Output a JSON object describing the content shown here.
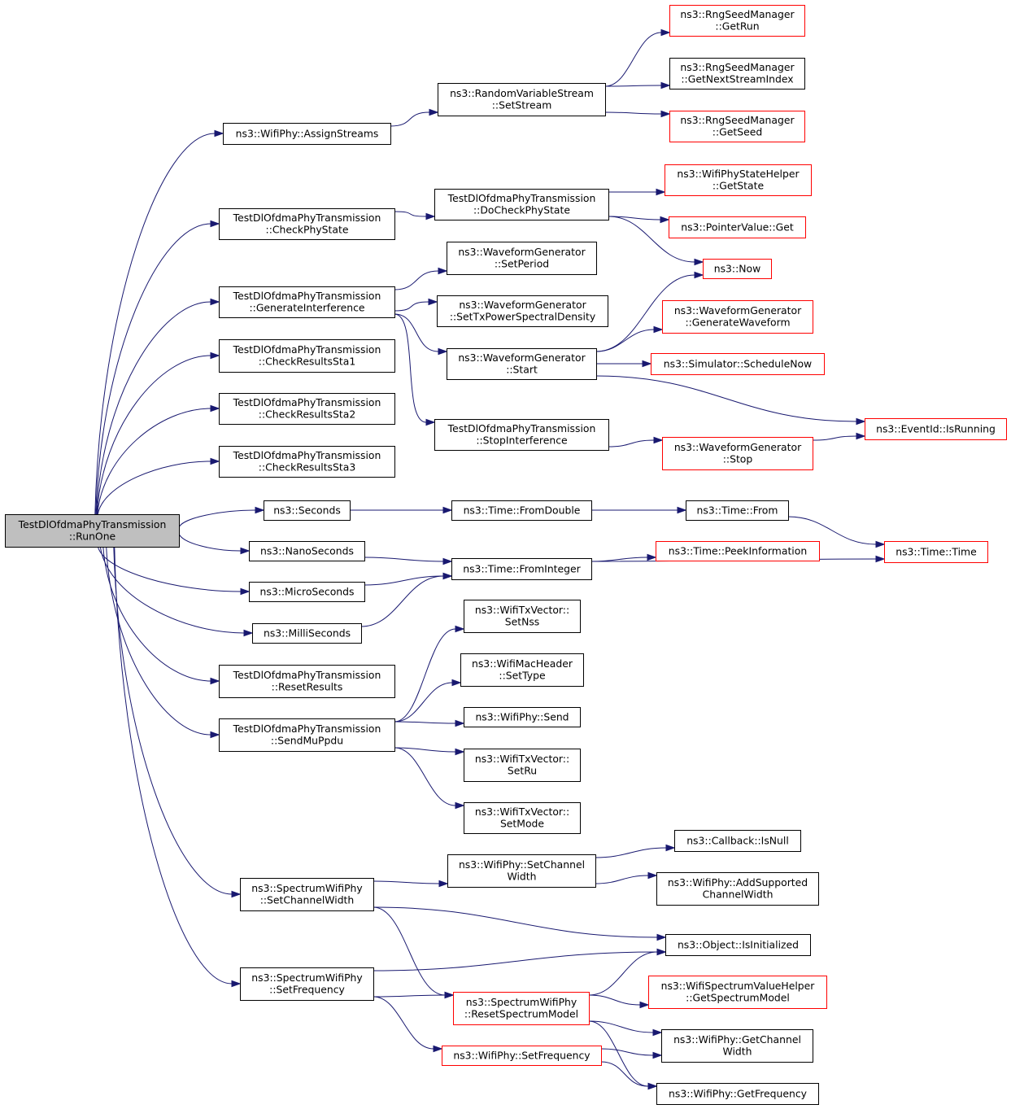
{
  "colors": {
    "edge": "#191970",
    "border_default": "#000000",
    "border_truncated": "#ff0000",
    "fill_default": "#ffffff",
    "fill_root": "#bfbfbf"
  },
  "nodes": [
    {
      "id": "root",
      "lines": [
        "TestDlOfdmaPhyTransmission",
        "::RunOne"
      ],
      "style": "root"
    },
    {
      "id": "assignStreams",
      "lines": [
        "ns3::WifiPhy::AssignStreams"
      ],
      "style": "normal"
    },
    {
      "id": "setStream",
      "lines": [
        "ns3::RandomVariableStream",
        "::SetStream"
      ],
      "style": "normal"
    },
    {
      "id": "getRun",
      "lines": [
        "ns3::RngSeedManager",
        "::GetRun"
      ],
      "style": "truncated"
    },
    {
      "id": "getNextStreamIndex",
      "lines": [
        "ns3::RngSeedManager",
        "::GetNextStreamIndex"
      ],
      "style": "normal"
    },
    {
      "id": "getSeed",
      "lines": [
        "ns3::RngSeedManager",
        "::GetSeed"
      ],
      "style": "truncated"
    },
    {
      "id": "checkPhyState",
      "lines": [
        "TestDlOfdmaPhyTransmission",
        "::CheckPhyState"
      ],
      "style": "normal"
    },
    {
      "id": "doCheckPhyState",
      "lines": [
        "TestDlOfdmaPhyTransmission",
        "::DoCheckPhyState"
      ],
      "style": "normal"
    },
    {
      "id": "getState",
      "lines": [
        "ns3::WifiPhyStateHelper",
        "::GetState"
      ],
      "style": "truncated"
    },
    {
      "id": "pointerGet",
      "lines": [
        "ns3::PointerValue::Get"
      ],
      "style": "truncated"
    },
    {
      "id": "now",
      "lines": [
        "ns3::Now"
      ],
      "style": "truncated"
    },
    {
      "id": "generateInterference",
      "lines": [
        "TestDlOfdmaPhyTransmission",
        "::GenerateInterference"
      ],
      "style": "normal"
    },
    {
      "id": "setPeriod",
      "lines": [
        "ns3::WaveformGenerator",
        "::SetPeriod"
      ],
      "style": "normal"
    },
    {
      "id": "setTxPsd",
      "lines": [
        "ns3::WaveformGenerator",
        "::SetTxPowerSpectralDensity"
      ],
      "style": "normal"
    },
    {
      "id": "wfStart",
      "lines": [
        "ns3::WaveformGenerator",
        "::Start"
      ],
      "style": "normal"
    },
    {
      "id": "generateWaveform",
      "lines": [
        "ns3::WaveformGenerator",
        "::GenerateWaveform"
      ],
      "style": "truncated"
    },
    {
      "id": "scheduleNow",
      "lines": [
        "ns3::Simulator::ScheduleNow"
      ],
      "style": "truncated"
    },
    {
      "id": "isRunning",
      "lines": [
        "ns3::EventId::IsRunning"
      ],
      "style": "truncated"
    },
    {
      "id": "stopInterference",
      "lines": [
        "TestDlOfdmaPhyTransmission",
        "::StopInterference"
      ],
      "style": "normal"
    },
    {
      "id": "wfStop",
      "lines": [
        "ns3::WaveformGenerator",
        "::Stop"
      ],
      "style": "truncated"
    },
    {
      "id": "checkResultsSta1",
      "lines": [
        "TestDlOfdmaPhyTransmission",
        "::CheckResultsSta1"
      ],
      "style": "normal"
    },
    {
      "id": "checkResultsSta2",
      "lines": [
        "TestDlOfdmaPhyTransmission",
        "::CheckResultsSta2"
      ],
      "style": "normal"
    },
    {
      "id": "checkResultsSta3",
      "lines": [
        "TestDlOfdmaPhyTransmission",
        "::CheckResultsSta3"
      ],
      "style": "normal"
    },
    {
      "id": "seconds",
      "lines": [
        "ns3::Seconds"
      ],
      "style": "normal"
    },
    {
      "id": "fromDouble",
      "lines": [
        "ns3::Time::FromDouble"
      ],
      "style": "normal"
    },
    {
      "id": "timeFrom",
      "lines": [
        "ns3::Time::From"
      ],
      "style": "normal"
    },
    {
      "id": "timeTime",
      "lines": [
        "ns3::Time::Time"
      ],
      "style": "truncated"
    },
    {
      "id": "nanoSeconds",
      "lines": [
        "ns3::NanoSeconds"
      ],
      "style": "normal"
    },
    {
      "id": "fromInteger",
      "lines": [
        "ns3::Time::FromInteger"
      ],
      "style": "normal"
    },
    {
      "id": "peekInformation",
      "lines": [
        "ns3::Time::PeekInformation"
      ],
      "style": "truncated"
    },
    {
      "id": "microSeconds",
      "lines": [
        "ns3::MicroSeconds"
      ],
      "style": "normal"
    },
    {
      "id": "milliSeconds",
      "lines": [
        "ns3::MilliSeconds"
      ],
      "style": "normal"
    },
    {
      "id": "resetResults",
      "lines": [
        "TestDlOfdmaPhyTransmission",
        "::ResetResults"
      ],
      "style": "normal"
    },
    {
      "id": "sendMuPpdu",
      "lines": [
        "TestDlOfdmaPhyTransmission",
        "::SendMuPpdu"
      ],
      "style": "normal"
    },
    {
      "id": "setNss",
      "lines": [
        "ns3::WifiTxVector::",
        "SetNss"
      ],
      "style": "normal"
    },
    {
      "id": "setType",
      "lines": [
        "ns3::WifiMacHeader",
        "::SetType"
      ],
      "style": "normal"
    },
    {
      "id": "wifiPhySend",
      "lines": [
        "ns3::WifiPhy::Send"
      ],
      "style": "normal"
    },
    {
      "id": "setRu",
      "lines": [
        "ns3::WifiTxVector::",
        "SetRu"
      ],
      "style": "normal"
    },
    {
      "id": "setMode",
      "lines": [
        "ns3::WifiTxVector::",
        "SetMode"
      ],
      "style": "normal"
    },
    {
      "id": "swpSetChannelWidth",
      "lines": [
        "ns3::SpectrumWifiPhy",
        "::SetChannelWidth"
      ],
      "style": "normal"
    },
    {
      "id": "wpSetChannelWidth",
      "lines": [
        "ns3::WifiPhy::SetChannel",
        "Width"
      ],
      "style": "normal"
    },
    {
      "id": "isNull",
      "lines": [
        "ns3::Callback::IsNull"
      ],
      "style": "normal"
    },
    {
      "id": "addSupported",
      "lines": [
        "ns3::WifiPhy::AddSupported",
        "ChannelWidth"
      ],
      "style": "normal"
    },
    {
      "id": "isInitialized",
      "lines": [
        "ns3::Object::IsInitialized"
      ],
      "style": "normal"
    },
    {
      "id": "swpSetFrequency",
      "lines": [
        "ns3::SpectrumWifiPhy",
        "::SetFrequency"
      ],
      "style": "normal"
    },
    {
      "id": "resetSpectrumModel",
      "lines": [
        "ns3::SpectrumWifiPhy",
        "::ResetSpectrumModel"
      ],
      "style": "truncated"
    },
    {
      "id": "getSpectrumModel",
      "lines": [
        "ns3::WifiSpectrumValueHelper",
        "::GetSpectrumModel"
      ],
      "style": "truncated"
    },
    {
      "id": "getChannelWidth",
      "lines": [
        "ns3::WifiPhy::GetChannel",
        "Width"
      ],
      "style": "normal"
    },
    {
      "id": "wpSetFrequency",
      "lines": [
        "ns3::WifiPhy::SetFrequency"
      ],
      "style": "truncated"
    },
    {
      "id": "getFrequency",
      "lines": [
        "ns3::WifiPhy::GetFrequency"
      ],
      "style": "normal"
    }
  ],
  "edges": [
    [
      "root",
      "assignStreams"
    ],
    [
      "root",
      "checkPhyState"
    ],
    [
      "root",
      "generateInterference"
    ],
    [
      "root",
      "checkResultsSta1"
    ],
    [
      "root",
      "checkResultsSta2"
    ],
    [
      "root",
      "checkResultsSta3"
    ],
    [
      "root",
      "seconds"
    ],
    [
      "root",
      "nanoSeconds"
    ],
    [
      "root",
      "microSeconds"
    ],
    [
      "root",
      "milliSeconds"
    ],
    [
      "root",
      "resetResults"
    ],
    [
      "root",
      "sendMuPpdu"
    ],
    [
      "root",
      "swpSetChannelWidth"
    ],
    [
      "root",
      "swpSetFrequency"
    ],
    [
      "assignStreams",
      "setStream"
    ],
    [
      "setStream",
      "getRun"
    ],
    [
      "setStream",
      "getNextStreamIndex"
    ],
    [
      "setStream",
      "getSeed"
    ],
    [
      "checkPhyState",
      "doCheckPhyState"
    ],
    [
      "doCheckPhyState",
      "getState"
    ],
    [
      "doCheckPhyState",
      "pointerGet"
    ],
    [
      "doCheckPhyState",
      "now"
    ],
    [
      "generateInterference",
      "setPeriod"
    ],
    [
      "generateInterference",
      "setTxPsd"
    ],
    [
      "generateInterference",
      "wfStart"
    ],
    [
      "generateInterference",
      "stopInterference"
    ],
    [
      "wfStart",
      "now"
    ],
    [
      "wfStart",
      "generateWaveform"
    ],
    [
      "wfStart",
      "scheduleNow"
    ],
    [
      "wfStart",
      "isRunning"
    ],
    [
      "stopInterference",
      "wfStop"
    ],
    [
      "wfStop",
      "isRunning"
    ],
    [
      "seconds",
      "fromDouble"
    ],
    [
      "fromDouble",
      "timeFrom"
    ],
    [
      "timeFrom",
      "timeTime"
    ],
    [
      "nanoSeconds",
      "fromInteger"
    ],
    [
      "microSeconds",
      "fromInteger"
    ],
    [
      "milliSeconds",
      "fromInteger"
    ],
    [
      "fromInteger",
      "peekInformation"
    ],
    [
      "fromInteger",
      "timeTime"
    ],
    [
      "sendMuPpdu",
      "setNss"
    ],
    [
      "sendMuPpdu",
      "setType"
    ],
    [
      "sendMuPpdu",
      "wifiPhySend"
    ],
    [
      "sendMuPpdu",
      "setRu"
    ],
    [
      "sendMuPpdu",
      "setMode"
    ],
    [
      "swpSetChannelWidth",
      "wpSetChannelWidth"
    ],
    [
      "swpSetChannelWidth",
      "isInitialized"
    ],
    [
      "swpSetChannelWidth",
      "resetSpectrumModel"
    ],
    [
      "wpSetChannelWidth",
      "isNull"
    ],
    [
      "wpSetChannelWidth",
      "addSupported"
    ],
    [
      "swpSetFrequency",
      "isInitialized"
    ],
    [
      "swpSetFrequency",
      "resetSpectrumModel"
    ],
    [
      "swpSetFrequency",
      "wpSetFrequency"
    ],
    [
      "resetSpectrumModel",
      "isInitialized"
    ],
    [
      "resetSpectrumModel",
      "getSpectrumModel"
    ],
    [
      "resetSpectrumModel",
      "getChannelWidth"
    ],
    [
      "resetSpectrumModel",
      "getFrequency"
    ],
    [
      "wpSetFrequency",
      "getChannelWidth"
    ],
    [
      "wpSetFrequency",
      "getFrequency"
    ]
  ]
}
